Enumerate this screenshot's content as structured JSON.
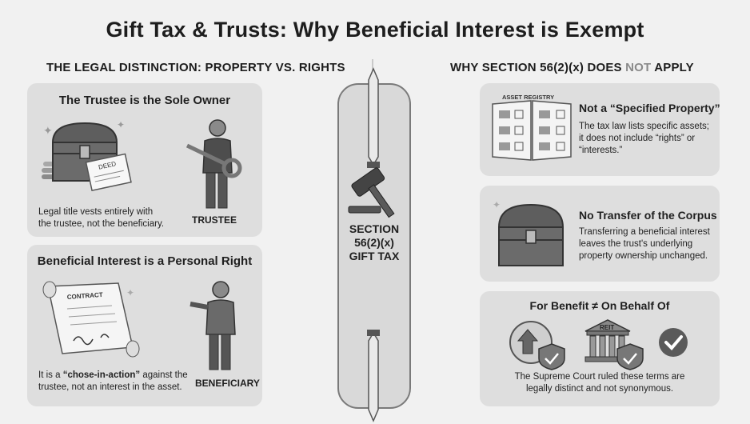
{
  "title": "Gift Tax & Trusts: Why Beneficial Interest is Exempt",
  "left_heading": "THE LEGAL DISTINCTION: PROPERTY VS. RIGHTS",
  "right_heading": {
    "part1": "WHY SECTION 56(2)(x) DOES ",
    "emph": "NOT",
    "part2": " APPLY"
  },
  "center": {
    "line1": "SECTION",
    "line2": "56(2)(x)",
    "line3": "GIFT TAX"
  },
  "left_cards": [
    {
      "title": "The Trustee is the Sole Owner",
      "text_line1": "Legal title vests entirely with",
      "text_line2": "the trustee, not the beneficiary.",
      "caption": "TRUSTEE",
      "deed_label": "DEED"
    },
    {
      "title": "Beneficial Interest is a Personal Right",
      "text_pre": "It is a ",
      "text_emph": "“chose-in-action”",
      "text_post": " against the",
      "text_line2": "trustee, not an interest in the asset.",
      "caption": "BENEFICIARY",
      "contract_label": "CONTRACT"
    }
  ],
  "right_cards": [
    {
      "registry_label": "ASSET REGISTRY",
      "title": "Not a “Specified Property”",
      "line1": "The tax law lists specific assets;",
      "line2": "it does not include “rights” or",
      "line3": "“interests.”"
    },
    {
      "title": "No Transfer of the Corpus",
      "line1": "Transferring a beneficial interest",
      "line2": "leaves the trust's underlying",
      "line3": "property ownership unchanged."
    },
    {
      "title": "For Benefit ≠ On Behalf Of",
      "reit_label": "REIT",
      "line1": "The Supreme Court ruled these terms are",
      "line2": "legally distinct and not synonymous."
    }
  ],
  "colors": {
    "background": "#f1f1f1",
    "card": "#dedede",
    "muted_text": "#8a8a8a"
  }
}
